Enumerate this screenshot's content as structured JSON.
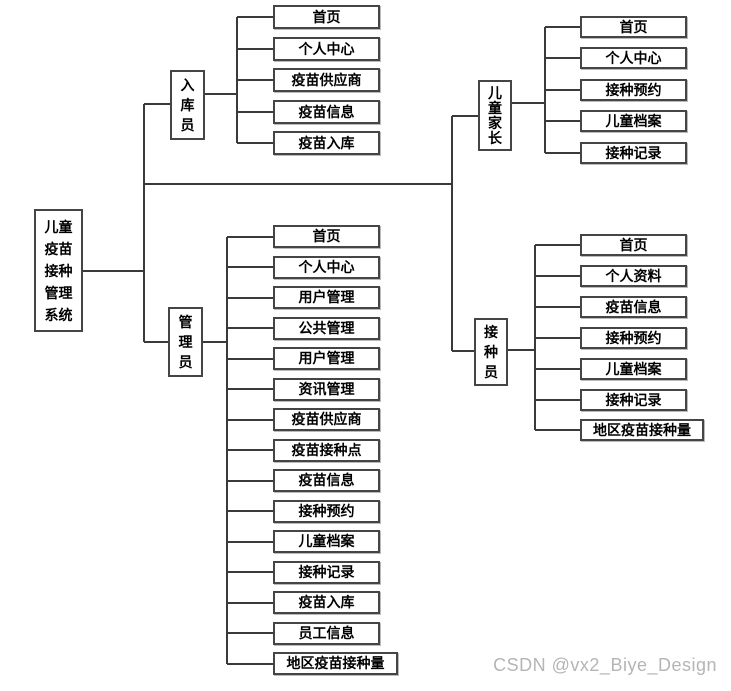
{
  "diagram": {
    "root": {
      "label": "儿童疫苗接种管理系统"
    },
    "branches": [
      {
        "role": "入库员",
        "children": [
          "首页",
          "个人中心",
          "疫苗供应商",
          "疫苗信息",
          "疫苗入库"
        ]
      },
      {
        "role": "儿童家长",
        "children": [
          "首页",
          "个人中心",
          "接种预约",
          "儿童档案",
          "接种记录"
        ]
      },
      {
        "role": "管理员",
        "children": [
          "首页",
          "个人中心",
          "用户管理",
          "公共管理",
          "用户管理",
          "资讯管理",
          "疫苗供应商",
          "疫苗接种点",
          "疫苗信息",
          "接种预约",
          "儿童档案",
          "接种记录",
          "疫苗入库",
          "员工信息",
          "地区疫苗接种量"
        ]
      },
      {
        "role": "接种员",
        "children": [
          "首页",
          "个人资料",
          "疫苗信息",
          "接种预约",
          "儿童档案",
          "接种记录",
          "地区疫苗接种量"
        ]
      }
    ],
    "watermark": "CSDN @vx2_Biye_Design",
    "colors": {
      "line": "#3a3a3a",
      "box_border": "#454545",
      "text": "#000000",
      "watermark": "#b5b5b5",
      "background": "#ffffff"
    }
  }
}
